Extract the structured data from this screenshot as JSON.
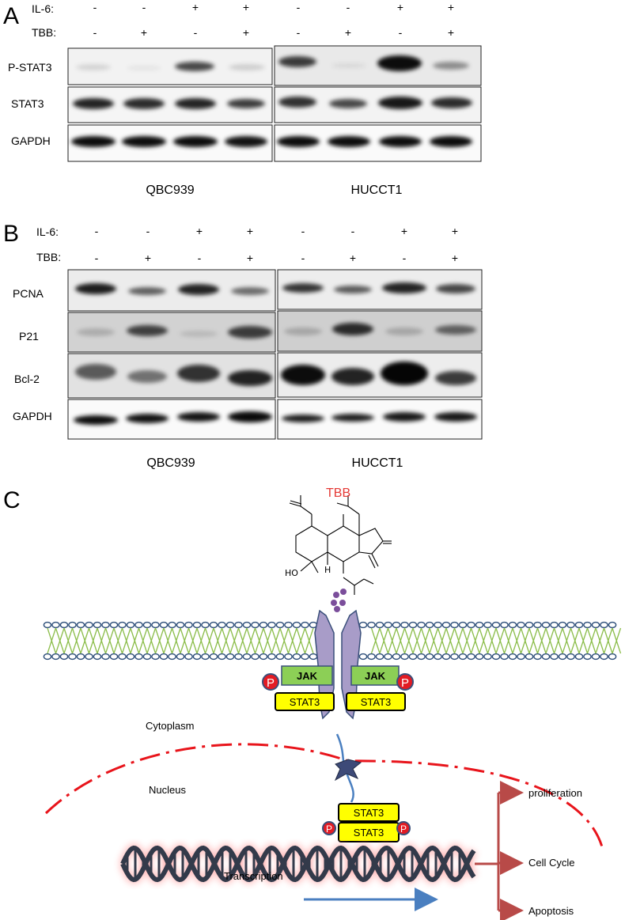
{
  "panel_a": {
    "letter": "A",
    "il6_label": "IL-6:",
    "tbb_label": "TBB:",
    "il6_signs": [
      "-",
      "-",
      "+",
      "+",
      "-",
      "-",
      "+",
      "+"
    ],
    "tbb_signs": [
      "-",
      "+",
      "-",
      "+",
      "-",
      "+",
      "-",
      "+"
    ],
    "rows": [
      "P-STAT3",
      "STAT3",
      "GAPDH"
    ],
    "cell_lines": [
      "QBC939",
      "HUCCT1"
    ]
  },
  "panel_b": {
    "letter": "B",
    "il6_label": "IL-6:",
    "tbb_label": "TBB:",
    "il6_signs": [
      "-",
      "-",
      "+",
      "+",
      "-",
      "-",
      "+",
      "+"
    ],
    "tbb_signs": [
      "-",
      "+",
      "-",
      "+",
      "-",
      "+",
      "-",
      "+"
    ],
    "rows": [
      "PCNA",
      "P21",
      "Bcl-2",
      "GAPDH"
    ],
    "cell_lines": [
      "QBC939",
      "HUCCT1"
    ]
  },
  "panel_c": {
    "letter": "C",
    "compound": "TBB",
    "chem_labels": {
      "ho": "HO",
      "h": "H"
    },
    "jak": "JAK",
    "stat3": "STAT3",
    "phospho": "P",
    "cytoplasm": "Cytoplasm",
    "nucleus": "Nucleus",
    "transcription": "Transcription",
    "outcomes": [
      "proliferation",
      "Cell  Cycle",
      "Apoptosis"
    ]
  },
  "colors": {
    "tbb_red": "#e53935",
    "membrane_blue": "#2e4f7a",
    "membrane_green": "#8bbd4a",
    "receptor": "#a89cc8",
    "jak_green": "#8ccf56",
    "stat3_yellow": "#ffff00",
    "phospho_red": "#e31b23",
    "nucleus_dash": "#e8141b",
    "arrow_blue": "#4a7fc0",
    "outcome_arrow": "#b84a48",
    "dna": "#333a4a"
  }
}
